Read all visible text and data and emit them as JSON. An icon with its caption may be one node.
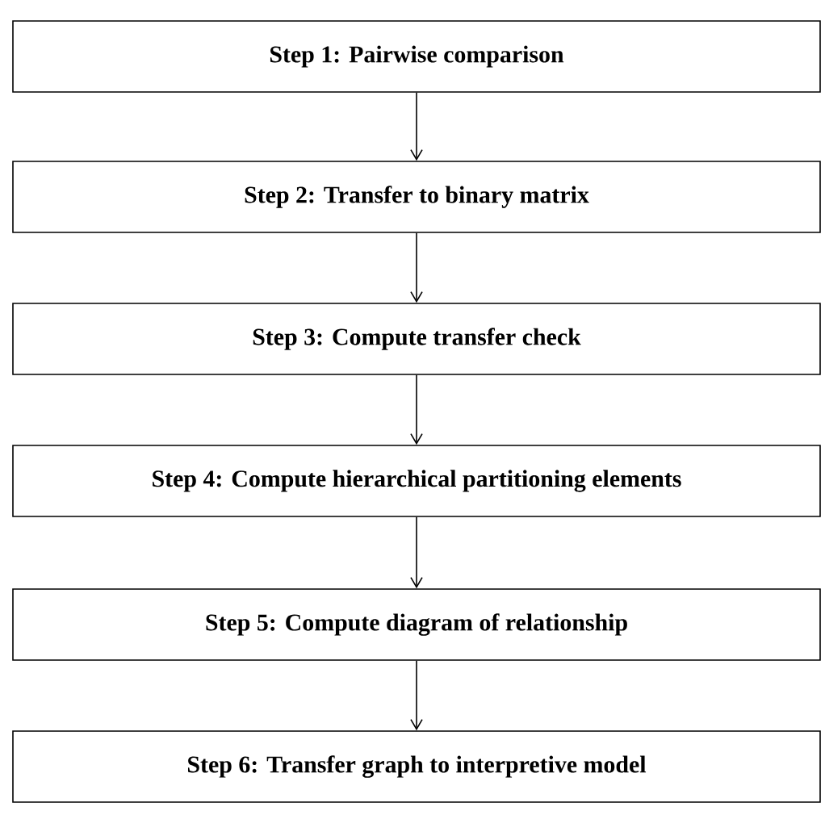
{
  "diagram": {
    "nodes": [
      {
        "text": [
          "Step 1: Pairwise comparison"
        ]
      },
      {
        "text": [
          "Step 2: Transfer to binary matrix"
        ]
      },
      {
        "text": [
          "Step 3: Compute transfer check"
        ]
      },
      {
        "text": [
          "Step 4: Compute hierarchical partitioning elements"
        ]
      },
      {
        "text": [
          "Step 5: Compute diagram of relationship"
        ]
      },
      {
        "text": [
          "Step 6: Transfer graph to interpretive model"
        ]
      }
    ],
    "edges": [
      {
        "from": 0,
        "to": 1,
        "arrow": "to"
      },
      {
        "from": 1,
        "to": 2,
        "arrow": "to"
      },
      {
        "from": 2,
        "to": 3,
        "arrow": "to"
      },
      {
        "from": 3,
        "to": 4,
        "arrow": "to"
      },
      {
        "from": 4,
        "to": 5,
        "arrow": "to"
      }
    ]
  }
}
